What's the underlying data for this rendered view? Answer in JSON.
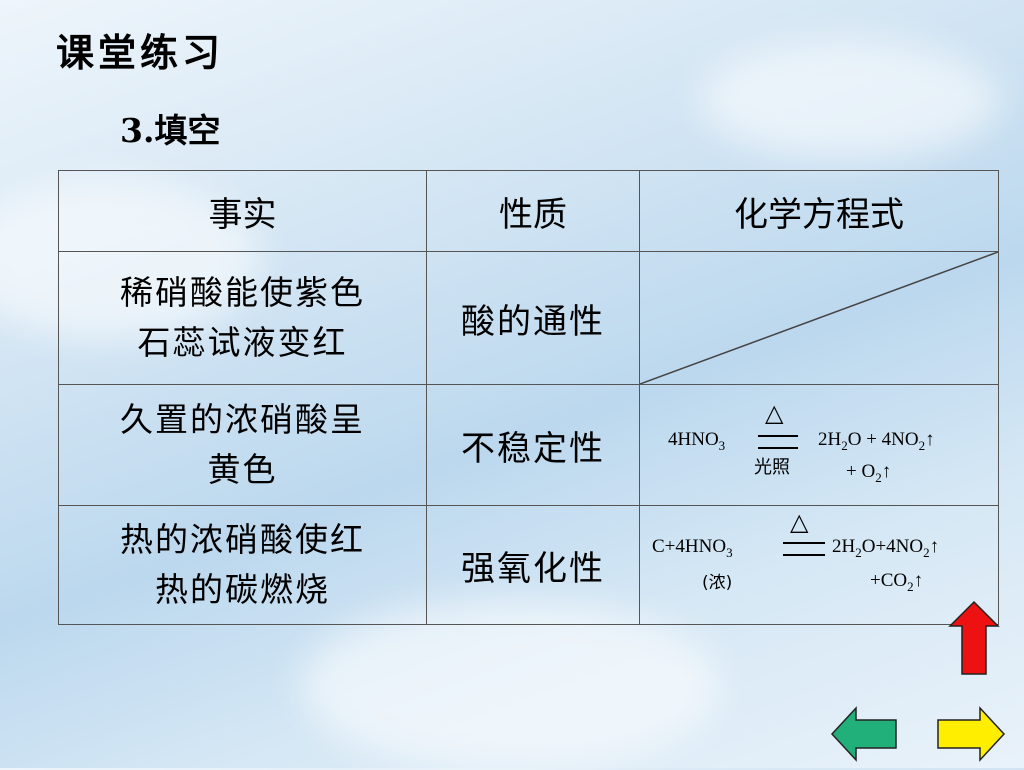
{
  "title": "课堂练习",
  "subtitle": "3.填空",
  "table": {
    "headers": [
      "事实",
      "性质",
      "化学方程式"
    ],
    "rows": [
      {
        "fact_line1": "稀硝酸能使紫色",
        "fact_line2": "石蕊试液变红",
        "property": "酸的通性"
      },
      {
        "fact_line1": "久置的浓硝酸呈",
        "fact_line2": "黄色",
        "property": "不稳定性",
        "eq": {
          "reactant": "4HNO",
          "r_sub": "3",
          "cond_top": "△",
          "cond_bottom": "光照",
          "p1": "2H",
          "p1_sub": "2",
          "p2": "O + 4NO",
          "p2_sub": "2",
          "p3": "↑",
          "line2": "+ O",
          "line2_sub": "2",
          "line2_arrow": "↑"
        }
      },
      {
        "fact_line1": "热的浓硝酸使红",
        "fact_line2": "热的碳燃烧",
        "property": "强氧化性",
        "eq": {
          "reactant": "C+4HNO",
          "r_sub": "3",
          "cond_top": "△",
          "note": "(浓)",
          "p1": "2H",
          "p1_sub": "2",
          "p2": "O+4NO",
          "p2_sub": "2",
          "p3": "↑",
          "line2": "+CO",
          "line2_sub": "2",
          "line2_arrow": "↑"
        }
      }
    ]
  },
  "colors": {
    "up_arrow": "#ee1111",
    "back_arrow": "#22b07a",
    "forward_arrow": "#ffee00"
  },
  "nav": {
    "up": "arrow-up-icon",
    "back": "arrow-left-icon",
    "forward": "arrow-right-icon"
  }
}
